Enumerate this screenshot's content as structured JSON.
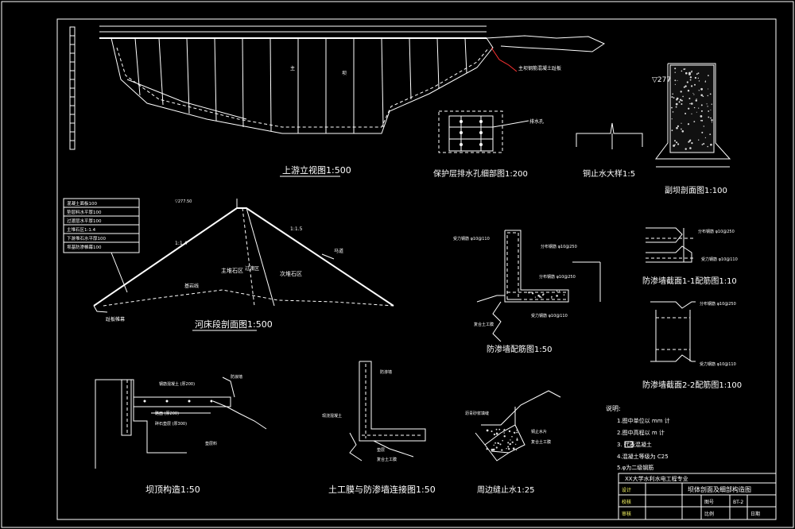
{
  "drawing": {
    "labels": {
      "upstream_elevation": "上游立视图1:500",
      "drain_hole_detail": "保护层排水孔细部图1:200",
      "waterstop_detail": "铜止水大样1:5",
      "crest_section": "副坝剖面图1:100",
      "riverbed_section": "河床段剖面图1:500",
      "cutoff_wall": "防渗墙配筋图1:50",
      "cutoff_section_1": "防渗墙截面1-1配筋图1:10",
      "cutoff_section_2": "防渗墙截面2-2配筋图1:100",
      "crest_structure": "坝顶构造1:50",
      "geomembrane_joint": "土工膜与防渗墙连接图1:50",
      "perimeter_waterstop": "周边缝止水1:25"
    },
    "upstream_annotations": {
      "main": "主",
      "dam": "坝",
      "right_note": "主坝钢筋混凝土趾板"
    },
    "elevation_mark": "▽277.50",
    "riverbed_legend": [
      "混凝土面板100",
      "垫层料水平厚100",
      "过渡层水平厚100",
      "主堆石区1:1.4",
      "下游堆石水平厚100",
      "坝基防渗帷幕100"
    ],
    "riverbed_zones": {
      "main_rockfill": "主堆石区",
      "secondary_rockfill": "次堆石区",
      "transition": "过渡区",
      "slope_left": "1:1.4",
      "slope_right": "1:1.5",
      "berm": "马道",
      "bedrock": "基岩线",
      "cutoff_label": "趾板帷幕"
    },
    "cutoff_wall_notes": {
      "rebar_top": "受力钢筋 φ10@110",
      "dist_rebar": "分布钢筋 φ10@250",
      "dist_rebar_2": "分布钢筋 φ10@250",
      "force_rebar": "受力钢筋 φ10@110",
      "geomembrane": "复合土工膜"
    },
    "section1_notes": {
      "a": "分布钢筋 φ10@250",
      "b": "受力钢筋 φ10@110"
    },
    "section2_notes": {
      "a": "分布钢筋 φ10@250",
      "b": "受力钢筋 φ10@110"
    },
    "crest_notes": {
      "parapet": "防浪墙",
      "a": "钢筋混凝土 (厚200)",
      "b": "路面 (厚200)",
      "c": "碎石垫层 (厚300)",
      "d": "垫层料"
    },
    "membrane_notes": {
      "a": "防渗墙",
      "b": "现浇混凝土",
      "c": "垫层",
      "d": "复合土工膜"
    },
    "perimeter_notes": {
      "a": "沥青砂浆填缝",
      "b": "铜止水片",
      "c": "复合土工膜"
    },
    "drain_note": "排水孔",
    "notes_title": "说明:",
    "notes": [
      "1.图中单位以 mm 计",
      "2.图中高程以 m 计",
      "3.  代表混凝土",
      "4.混凝土等级为 C25",
      "5.φ为二级钢筋"
    ],
    "title_block": {
      "school": "XX大学水利水电工程专业",
      "title": "坝体剖面及细部构造图",
      "rows": [
        "设计",
        "校核",
        "审核"
      ],
      "fields": [
        "图号",
        "比例",
        "日期"
      ],
      "drawing_no": "BT-2"
    }
  }
}
